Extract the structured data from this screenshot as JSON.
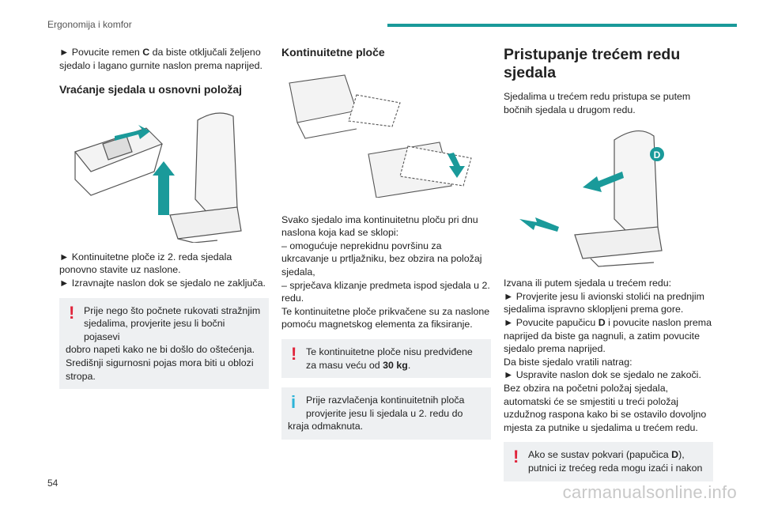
{
  "header": {
    "section": "Ergonomija i komfor"
  },
  "page_number": "54",
  "watermark": "carmanualsonline.info",
  "col1": {
    "intro_pre": "► Povucite remen ",
    "intro_bold": "C",
    "intro_post": " da biste otključali željeno sjedalo i lagano gurnite naslon prema naprijed.",
    "heading": "Vraćanje sjedala u osnovni položaj",
    "step1": "► Kontinuitetne ploče iz 2. reda sjedala ponovno stavite uz naslone.",
    "step2": "► Izravnajte naslon dok se sjedalo ne zaključa.",
    "warning": {
      "icon": "!",
      "first": "Prije nego što počnete rukovati stražnjim sjedalima, provjerite jesu li bočni pojasevi",
      "rest": "dobro napeti kako ne bi došlo do oštećenja. Središnji sigurnosni pojas mora biti u oblozi stropa."
    }
  },
  "col2": {
    "heading": "Kontinuitetne ploče",
    "body": [
      "Svako sjedalo ima kontinuitetnu ploču pri dnu naslona koja kad se sklopi:",
      "– omogućuje neprekidnu površinu za ukrcavanje u prtljažniku, bez obzira na položaj sjedala,",
      "– sprječava klizanje predmeta ispod sjedala u 2. redu.",
      "Te kontinuitetne ploče prikvačene su za naslone pomoću magnetskog elementa za fiksiranje."
    ],
    "warning": {
      "icon": "!",
      "pre": "Te kontinuitetne ploče nisu predviđene za masu veću od ",
      "bold": "30 kg",
      "post": "."
    },
    "info": {
      "icon": "i",
      "first": "Prije razvlačenja kontinuitetnih ploča provjerite jesu li sjedala u 2. redu do",
      "rest": "kraja odmaknuta."
    }
  },
  "col3": {
    "heading": "Pristupanje trećem redu sjedala",
    "intro": "Sjedalima u trećem redu pristupa se putem bočnih sjedala u drugom redu.",
    "label_d": "D",
    "l1": "Izvana ili putem sjedala u trećem redu:",
    "l2": "► Provjerite jesu li avionski stolići na prednjim sjedalima ispravno sklopljeni prema gore.",
    "l3_pre": "► Povucite papučicu ",
    "l3_bold": "D",
    "l3_post": " i povucite naslon prema naprijed da biste ga nagnuli, a zatim povucite sjedalo prema naprijed.",
    "l4": "Da biste sjedalo vratili natrag:",
    "l5": "► Uspravite naslon dok se sjedalo ne zakoči.",
    "l6": "Bez obzira na početni položaj sjedala, automatski će se smjestiti u treći položaj uzdužnog raspona kako bi se ostavilo dovoljno mjesta za putnike u sjedalima u trećem redu.",
    "warning": {
      "icon": "!",
      "pre": "Ako se sustav pokvari (papučica ",
      "bold": "D",
      "post": "), putnici iz trećeg reda mogu izaći i nakon"
    }
  }
}
